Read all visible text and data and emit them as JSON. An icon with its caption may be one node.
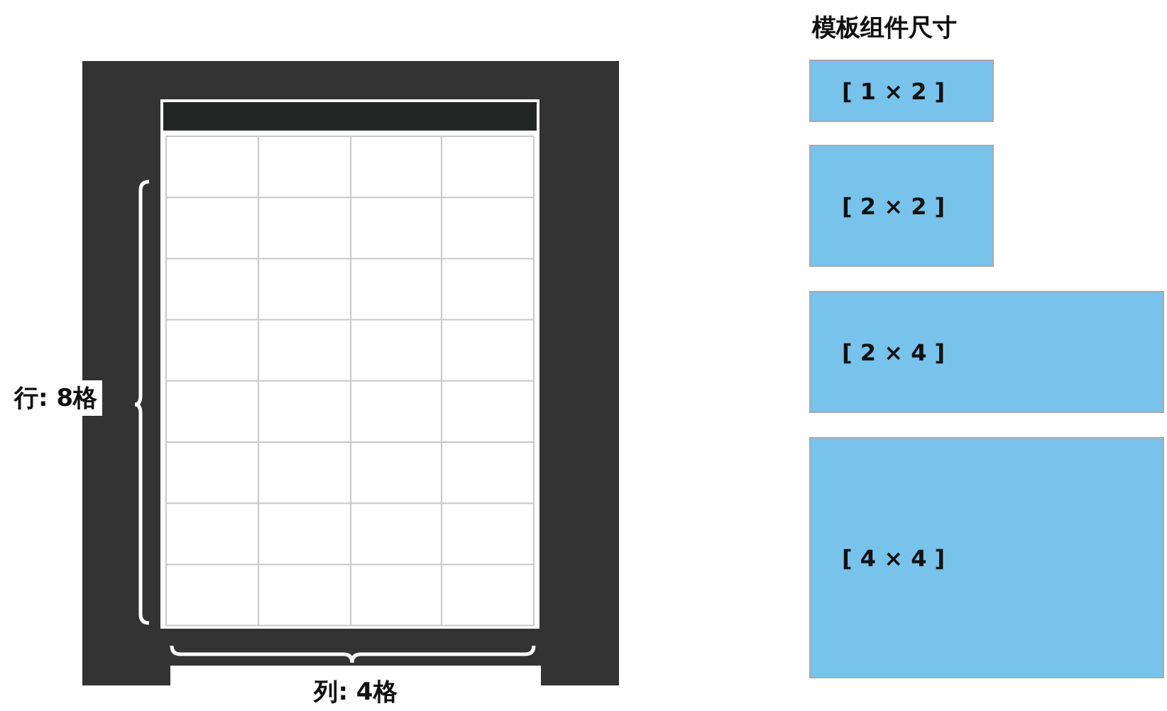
{
  "diagram": {
    "title": "模板组件尺寸",
    "nodes": [
      {
        "text": [
          "[ 1 × 2 ]"
        ]
      },
      {
        "text": [
          "[ 2 × 2 ]"
        ]
      },
      {
        "text": [
          "[ 2 × 4 ]"
        ]
      },
      {
        "text": [
          "[ 4 × 4 ]"
        ]
      }
    ],
    "labels": [
      "行: 8格",
      "列: 4格"
    ]
  }
}
